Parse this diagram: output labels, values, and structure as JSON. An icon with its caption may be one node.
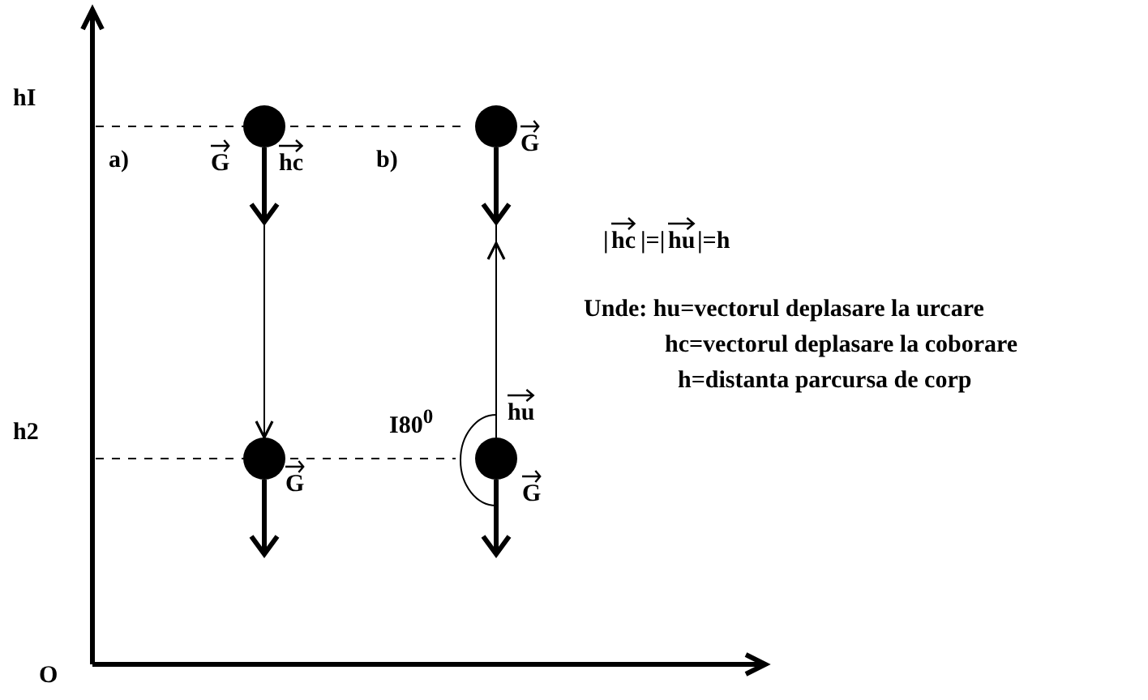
{
  "diagram": {
    "nodes": [
      {
        "text": [],
        "shape": "circle"
      },
      {
        "text": [],
        "shape": "circle"
      },
      {
        "text": [],
        "shape": "circle"
      },
      {
        "text": [],
        "shape": "circle"
      }
    ],
    "edges": [
      {
        "from": 0,
        "to": 2,
        "arrow": "to"
      },
      {
        "from": 3,
        "to": 1,
        "arrow": "to"
      }
    ],
    "labels": [
      "hI",
      "a)",
      "G",
      "hc",
      "b)",
      "G",
      "|",
      "hc",
      "|=|",
      "hu",
      "|=h",
      "Unde: hu=vectorul deplasare la urcare",
      "hc=vectorul deplasare la coborare",
      "hu",
      "I80$^{0}$",
      "h2",
      "G",
      "G",
      "h=distanta parcursa de corp",
      "O"
    ]
  }
}
